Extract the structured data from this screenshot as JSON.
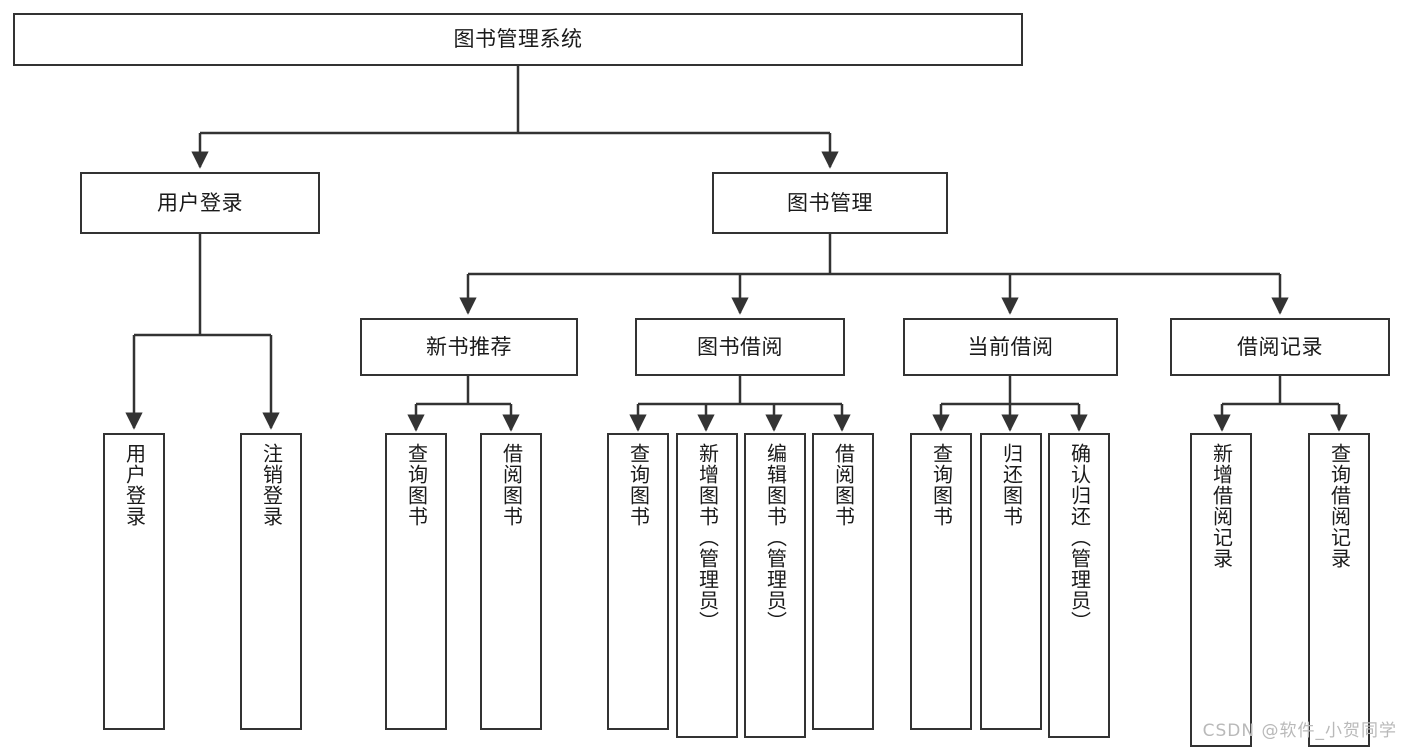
{
  "diagram": {
    "type": "tree-hierarchy",
    "title": "图书管理系统",
    "root": {
      "label": "图书管理系统"
    },
    "level2": [
      {
        "label": "用户登录"
      },
      {
        "label": "图书管理"
      }
    ],
    "level3": [
      {
        "label": "新书推荐"
      },
      {
        "label": "图书借阅"
      },
      {
        "label": "当前借阅"
      },
      {
        "label": "借阅记录"
      }
    ],
    "leaves": {
      "user_login": [
        {
          "label": "用户登录"
        },
        {
          "label": "注销登录"
        }
      ],
      "new_book_recommend": [
        {
          "label": "查询图书"
        },
        {
          "label": "借阅图书"
        }
      ],
      "book_borrow": [
        {
          "label": "查询图书"
        },
        {
          "label": "新增图书（管理员）"
        },
        {
          "label": "编辑图书（管理员）"
        },
        {
          "label": "借阅图书"
        }
      ],
      "current_borrow": [
        {
          "label": "查询图书"
        },
        {
          "label": "归还图书"
        },
        {
          "label": "确认归还（管理员）"
        }
      ],
      "borrow_record": [
        {
          "label": "新增借阅记录"
        },
        {
          "label": "查询借阅记录"
        }
      ]
    }
  },
  "watermark": {
    "text": "CSDN @软件_小贺同学"
  },
  "colors": {
    "stroke": "#333333",
    "background": "#ffffff",
    "text": "#1a1a1a",
    "watermark": "#b9b9b9"
  }
}
